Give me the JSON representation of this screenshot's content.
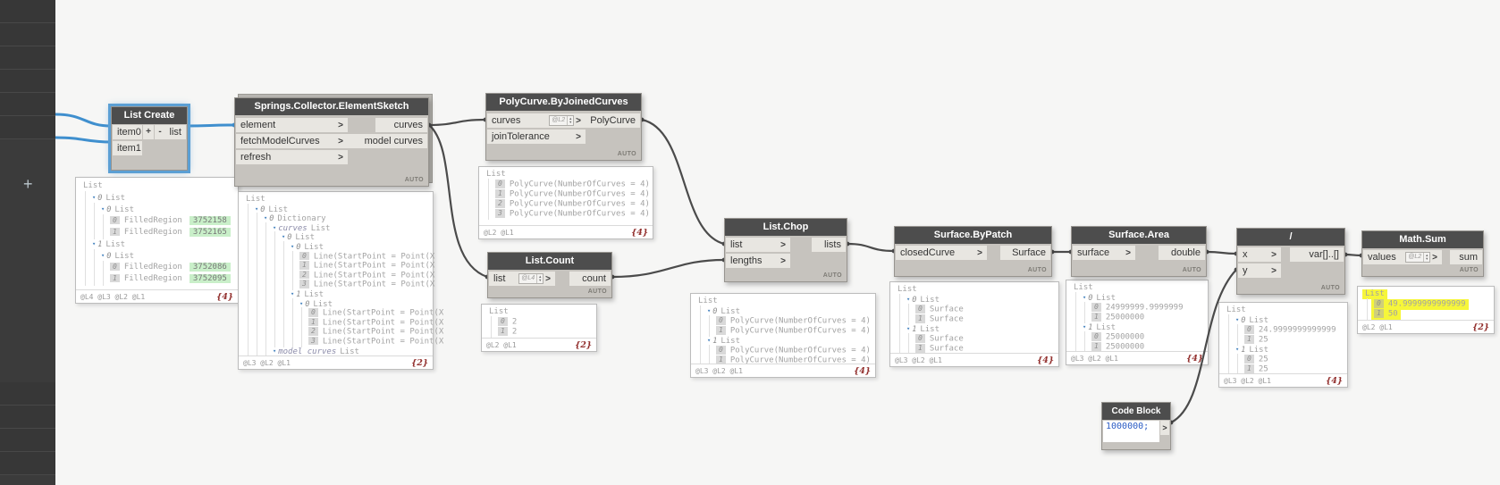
{
  "colors": {
    "selection": "#5b9fd4",
    "wire": "#4b4b4b",
    "wire_selected": "#3f8fce",
    "highlight_yellow": "#f6f63a",
    "highlight_green": "#c9efc9"
  },
  "sidebar": {
    "plus": "+"
  },
  "nodes": {
    "list_create": {
      "title": "List Create",
      "in1": "item0",
      "in2": "item1",
      "plus": "+",
      "minus": "-",
      "out": "list"
    },
    "element_sketch": {
      "title": "Springs.Collector.ElementSketch",
      "in1": "element",
      "in2": "fetchModelCurves",
      "in3": "refresh",
      "out1": "curves",
      "out2": "model curves",
      "auto": "AUTO"
    },
    "polycurve": {
      "title": "PolyCurve.ByJoinedCurves",
      "in1": "curves",
      "in1_level": "@L2",
      "in2": "joinTolerance",
      "out": "PolyCurve",
      "auto": "AUTO"
    },
    "list_count": {
      "title": "List.Count",
      "in1": "list",
      "in1_level": "@L4",
      "out": "count",
      "auto": "AUTO"
    },
    "list_chop": {
      "title": "List.Chop",
      "in1": "list",
      "in2": "lengths",
      "out": "lists",
      "auto": "AUTO"
    },
    "surface_bypatch": {
      "title": "Surface.ByPatch",
      "in1": "closedCurve",
      "out": "Surface",
      "auto": "AUTO"
    },
    "surface_area": {
      "title": "Surface.Area",
      "in1": "surface",
      "out": "double",
      "auto": "AUTO"
    },
    "divide": {
      "title": "/",
      "in1": "x",
      "in2": "y",
      "out": "var[]..[]",
      "auto": "AUTO"
    },
    "math_sum": {
      "title": "Math.Sum",
      "in1": "values",
      "in1_level": "@L2",
      "out": "sum",
      "auto": "AUTO"
    },
    "code_block": {
      "title": "Code Block",
      "code": "1000000;",
      "out": ">"
    }
  },
  "previews": {
    "list_create": {
      "levels": "@L4 @L3 @L2 @L1",
      "count": "{4}",
      "lines": [
        {
          "i": 0,
          "t": "List"
        },
        {
          "i": 1,
          "a": 1,
          "p": "0",
          "t": "List"
        },
        {
          "i": 2,
          "a": 1,
          "p": "0",
          "t": "List"
        },
        {
          "i": 3,
          "b": "0",
          "t": "FilledRegion",
          "v": "3752158"
        },
        {
          "i": 3,
          "b": "1",
          "t": "FilledRegion",
          "v": "3752165"
        },
        {
          "i": 1,
          "a": 1,
          "p": "1",
          "t": "List"
        },
        {
          "i": 2,
          "a": 1,
          "p": "0",
          "t": "List"
        },
        {
          "i": 3,
          "b": "0",
          "t": "FilledRegion",
          "v": "3752086"
        },
        {
          "i": 3,
          "b": "1",
          "t": "FilledRegion",
          "v": "3752095"
        }
      ]
    },
    "element_sketch": {
      "levels": "@L3 @L2 @L1",
      "count": "{2}",
      "lines": [
        {
          "i": 0,
          "t": "List"
        },
        {
          "i": 1,
          "a": 1,
          "p": "0",
          "t": "List"
        },
        {
          "i": 2,
          "a": 1,
          "p": "0",
          "t": "Dictionary"
        },
        {
          "i": 3,
          "a": 1,
          "kt": "curves",
          "t": "List"
        },
        {
          "i": 4,
          "a": 1,
          "p": "0",
          "t": "List"
        },
        {
          "i": 5,
          "a": 1,
          "p": "0",
          "t": "List"
        },
        {
          "i": 6,
          "b": "0",
          "t": "Line(StartPoint = Point(X"
        },
        {
          "i": 6,
          "b": "1",
          "t": "Line(StartPoint = Point(X"
        },
        {
          "i": 6,
          "b": "2",
          "t": "Line(StartPoint = Point(X"
        },
        {
          "i": 6,
          "b": "3",
          "t": "Line(StartPoint = Point(X"
        },
        {
          "i": 5,
          "a": 1,
          "p": "1",
          "t": "List"
        },
        {
          "i": 6,
          "a": 1,
          "p": "0",
          "t": "List"
        },
        {
          "i": 7,
          "b": "0",
          "t": "Line(StartPoint = Point(X"
        },
        {
          "i": 7,
          "b": "1",
          "t": "Line(StartPoint = Point(X"
        },
        {
          "i": 7,
          "b": "2",
          "t": "Line(StartPoint = Point(X"
        },
        {
          "i": 7,
          "b": "3",
          "t": "Line(StartPoint = Point(X"
        },
        {
          "i": 3,
          "a": 1,
          "kt": "model curves",
          "t": "List"
        }
      ]
    },
    "polycurve": {
      "levels": "@L2 @L1",
      "count": "{4}",
      "lines": [
        {
          "i": 0,
          "t": "List"
        },
        {
          "i": 1,
          "b": "0",
          "t": "PolyCurve(NumberOfCurves = 4)"
        },
        {
          "i": 1,
          "b": "1",
          "t": "PolyCurve(NumberOfCurves = 4)"
        },
        {
          "i": 1,
          "b": "2",
          "t": "PolyCurve(NumberOfCurves = 4)"
        },
        {
          "i": 1,
          "b": "3",
          "t": "PolyCurve(NumberOfCurves = 4)"
        }
      ]
    },
    "list_count": {
      "levels": "@L2 @L1",
      "count": "{2}",
      "lines": [
        {
          "i": 0,
          "t": "List"
        },
        {
          "i": 1,
          "b": "0",
          "t": "2"
        },
        {
          "i": 1,
          "b": "1",
          "t": "2"
        }
      ]
    },
    "list_chop": {
      "levels": "@L3 @L2 @L1",
      "count": "{4}",
      "lines": [
        {
          "i": 0,
          "t": "List"
        },
        {
          "i": 1,
          "a": 1,
          "p": "0",
          "t": "List"
        },
        {
          "i": 2,
          "b": "0",
          "t": "PolyCurve(NumberOfCurves = 4)"
        },
        {
          "i": 2,
          "b": "1",
          "t": "PolyCurve(NumberOfCurves = 4)"
        },
        {
          "i": 1,
          "a": 1,
          "p": "1",
          "t": "List"
        },
        {
          "i": 2,
          "b": "0",
          "t": "PolyCurve(NumberOfCurves = 4)"
        },
        {
          "i": 2,
          "b": "1",
          "t": "PolyCurve(NumberOfCurves = 4)"
        }
      ]
    },
    "surface_bypatch": {
      "levels": "@L3 @L2 @L1",
      "count": "{4}",
      "lines": [
        {
          "i": 0,
          "t": "List"
        },
        {
          "i": 1,
          "a": 1,
          "p": "0",
          "t": "List"
        },
        {
          "i": 2,
          "b": "0",
          "t": "Surface"
        },
        {
          "i": 2,
          "b": "1",
          "t": "Surface"
        },
        {
          "i": 1,
          "a": 1,
          "p": "1",
          "t": "List"
        },
        {
          "i": 2,
          "b": "0",
          "t": "Surface"
        },
        {
          "i": 2,
          "b": "1",
          "t": "Surface"
        }
      ]
    },
    "surface_area": {
      "levels": "@L3 @L2 @L1",
      "count": "{4}",
      "lines": [
        {
          "i": 0,
          "t": "List"
        },
        {
          "i": 1,
          "a": 1,
          "p": "0",
          "t": "List"
        },
        {
          "i": 2,
          "b": "0",
          "t": "24999999.9999999"
        },
        {
          "i": 2,
          "b": "1",
          "t": "25000000"
        },
        {
          "i": 1,
          "a": 1,
          "p": "1",
          "t": "List"
        },
        {
          "i": 2,
          "b": "0",
          "t": "25000000"
        },
        {
          "i": 2,
          "b": "1",
          "t": "25000000"
        }
      ]
    },
    "divide": {
      "levels": "@L3 @L2 @L1",
      "count": "{4}",
      "lines": [
        {
          "i": 0,
          "t": "List"
        },
        {
          "i": 1,
          "a": 1,
          "p": "0",
          "t": "List"
        },
        {
          "i": 2,
          "b": "0",
          "t": "24.9999999999999"
        },
        {
          "i": 2,
          "b": "1",
          "t": "25"
        },
        {
          "i": 1,
          "a": 1,
          "p": "1",
          "t": "List"
        },
        {
          "i": 2,
          "b": "0",
          "t": "25"
        },
        {
          "i": 2,
          "b": "1",
          "t": "25"
        }
      ]
    },
    "math_sum": {
      "levels": "@L2 @L1",
      "count": "{2}",
      "lines": [
        {
          "i": 0,
          "t": "List",
          "hl": 1
        },
        {
          "i": 1,
          "b": "0",
          "t": "49.9999999999999",
          "hl": 1
        },
        {
          "i": 1,
          "b": "1",
          "t": "50",
          "hl": 1
        }
      ]
    }
  }
}
